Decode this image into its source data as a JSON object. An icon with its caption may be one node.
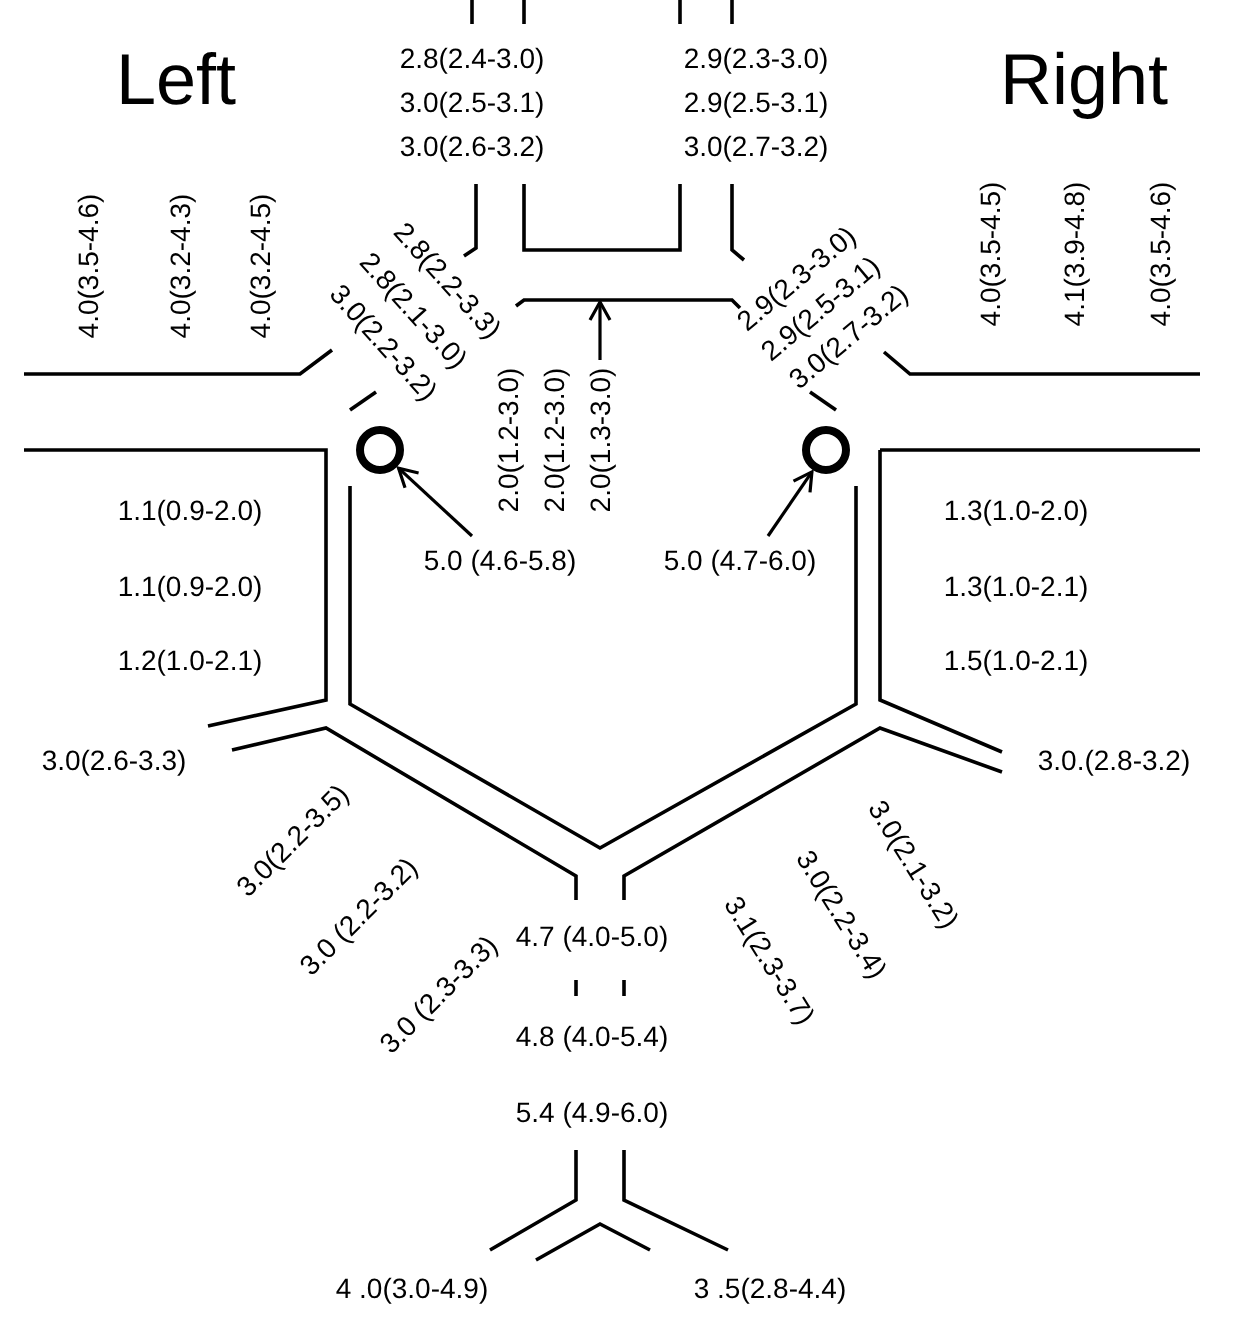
{
  "diagram": {
    "nodes": [
      {
        "text": [
          "5.0 (4.6-5.8)"
        ]
      },
      {
        "text": [],
        "shape": "circle"
      },
      {
        "text": [
          "5.0 (4.7-6.0)"
        ]
      },
      {
        "text": [],
        "shape": "circle"
      },
      {
        "text": [
          "2.0(1.2-3.0)",
          "2.0(1.2-3.0)",
          "2.0(1.3-3.0)"
        ]
      }
    ],
    "edges": [
      {
        "from": 0,
        "to": 1,
        "arrow": "to"
      },
      {
        "from": 2,
        "to": 3,
        "arrow": "to"
      },
      {
        "from": 4,
        "to": null,
        "arrow": "to"
      }
    ],
    "labels": [
      "Left",
      "2.8(2.4-3.0)",
      "3.0(2.5-3.1)",
      "3.0(2.6-3.2)",
      "2.9(2.3-3.0)",
      "2.9(2.5-3.1)",
      "3.0(2.7-3.2)",
      "Right",
      "4.0(3.5-4.6)",
      "4.0(3.2-4.3)",
      "4.0(3.2-4.5)",
      "2.8(2.2-3.3)",
      "2.8(2.1-3.0)",
      "3.0(2.2-3.2)",
      "2.9(2.3-3.0)",
      "2.9(2.5-3.1)",
      "3.0(2.7-3.2)",
      "4.0(3.5-4.5)",
      "4.1(3.9-4.8)",
      "4.0(3.5-4.6)",
      "1.1(0.9-2.0)",
      "1.1(0.9-2.0)",
      "1.2(1.0-2.1)",
      "1.3(1.0-2.0)",
      "1.3(1.0-2.1)",
      "1.5(1.0-2.1)",
      "3.0(2.6-3.3)",
      "3.0.(2.8-3.2)",
      "3.0(2.2-3.5)",
      "3.0 (2.2-3.2)",
      "3.0 (2.3-3.3)",
      "4.7 (4.0-5.0)",
      "3.0(2.1-3.2)",
      "3.0(2.2-3.4)",
      "3.1(2.3-3.7)",
      "4.8 (4.0-5.4)",
      "5.4 (4.9-6.0)",
      "4 .0(3.0-4.9)",
      "3 .5(2.8-4.4)"
    ]
  }
}
